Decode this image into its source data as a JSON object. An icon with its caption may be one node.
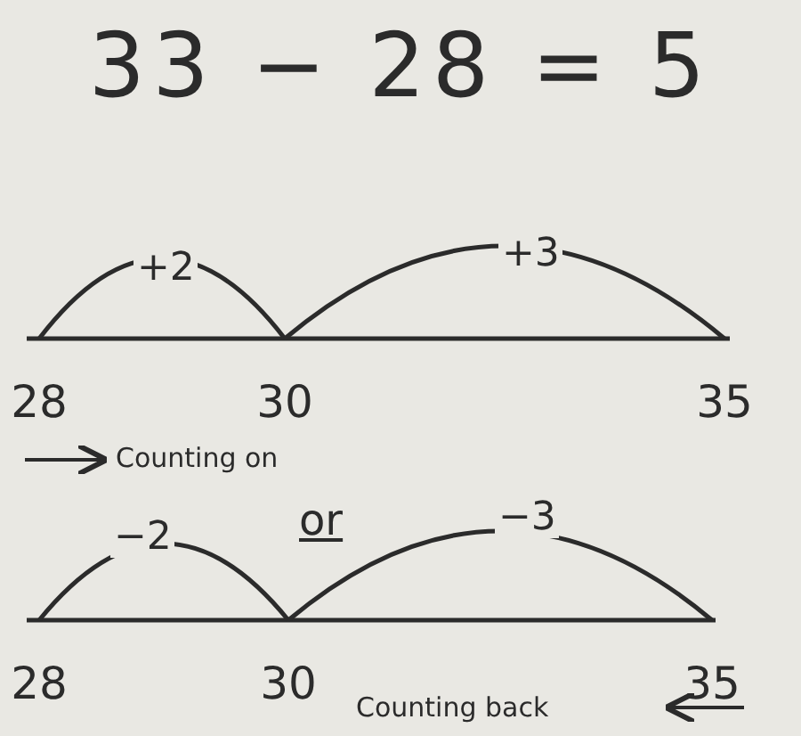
{
  "diagram": {
    "title": "33 − 28 = 5",
    "nodes": [
      {
        "text": [
          "28"
        ]
      },
      {
        "text": [
          "30"
        ]
      },
      {
        "text": [
          "35"
        ]
      },
      {
        "text": [
          "28"
        ]
      },
      {
        "text": [
          "30"
        ]
      },
      {
        "text": [
          "35"
        ]
      }
    ],
    "edges": [
      {
        "from": 0,
        "to": 1,
        "arrow": "none",
        "label": "+2"
      },
      {
        "from": 1,
        "to": 2,
        "arrow": "none",
        "label": "+3"
      },
      {
        "from": 3,
        "to": 4,
        "arrow": "none",
        "label": "−2"
      },
      {
        "from": 4,
        "to": 5,
        "arrow": "none",
        "label": "−3"
      }
    ],
    "labels": [
      "Counting on",
      "or",
      "Counting back"
    ]
  }
}
